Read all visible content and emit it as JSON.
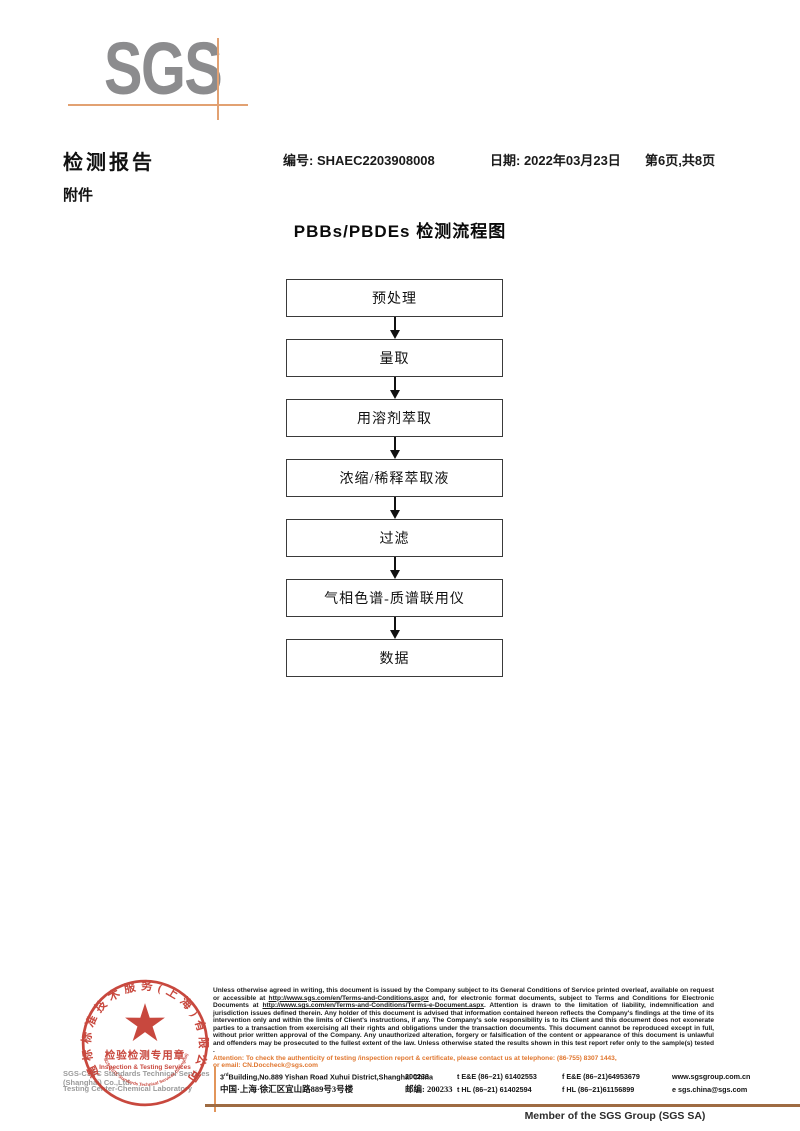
{
  "colors": {
    "logo_gray": "#8c8c8e",
    "sgs_orange": "#e2a172",
    "stamp_red": "#c4392e",
    "attention_orange": "#e0762e",
    "footer_rule_brown": "#9e6b42"
  },
  "logo": {
    "text": "SGS"
  },
  "header": {
    "title": "检测报告",
    "attachment": "附件",
    "number_label": "编号: ",
    "number": "SHAEC2203908008",
    "date_label": "日期: ",
    "date": "2022年03月23日",
    "page": "第6页,共8页"
  },
  "flowchart": {
    "title": "PBBs/PBDEs 检测流程图",
    "steps": [
      "预处理",
      "量取",
      "用溶剂萃取",
      "浓缩/稀释萃取液",
      "过滤",
      "气相色谱-质谱联用仪",
      "数据"
    ]
  },
  "stamp": {
    "ring_text": "通标标准技术服务(上海)有限公司",
    "arc_company_en": "SGS-CSTC Standards Technical Services (Shanghai) Co.,Ltd.",
    "seal_title": "检验检测专用章",
    "seal_subtitle": "Inspection & Testing Services",
    "company_line1": "SGS-CSTC Standards Technical Services (Shanghai) Co.,Ltd.",
    "company_line2": "Testing Center-Chemical Laboratory"
  },
  "disclaimer": {
    "p1": "Unless otherwise agreed in writing, this document is issued by the Company subject to its General Conditions of Service printed overleaf, available on request or accessible at ",
    "url1": "http://www.sgs.com/en/Terms-and-Conditions.aspx",
    "p2": " and, for electronic format documents, subject to Terms and Conditions for Electronic Documents at ",
    "url2": "http://www.sgs.com/en/Terms-and-Conditions/Terms-e-Document.aspx",
    "p3": ". Attention is drawn to the limitation of liability, indemnification and jurisdiction issues defined therein. Any holder of this document is advised that information contained hereon reflects the Company's findings at the time of its intervention only and within the limits of Client's instructions, if any. The Company's sole responsibility is to its Client and this document does not exonerate parties to a transaction from exercising all their rights and obligations under the transaction documents. This document cannot be reproduced except in full, without prior written approval of the Company. Any unauthorized alteration, forgery or falsification of the content or appearance of this document is unlawful and offenders may be prosecuted to the fullest extent of the law. Unless otherwise stated the results shown in this test report refer only to the sample(s) tested .",
    "attention1": "Attention: To check the authenticity of testing /inspection report & certificate, please contact us at telephone: (86-755) 8307 1443,",
    "attention2_prefix": "or email: ",
    "attention_email": "CN.Doccheck@sgs.com"
  },
  "address": {
    "en_num": "3",
    "en_sup": "rd",
    "en_rest": "Building,No.889 Yishan Road Xuhui District,Shanghai China",
    "en_postal": "200233",
    "cn_line": "中国·上海·徐汇区宜山路889号3号楼",
    "cn_postal": "邮编: 200233",
    "tel1": "t E&E (86–21) 61402553",
    "fax1": "f E&E (86–21)64953679",
    "tel2": "t HL (86–21) 61402594",
    "fax2": "f HL (86–21)61156899",
    "web": "www.sgsgroup.com.cn",
    "email": "e  sgs.china@sgs.com"
  },
  "footer": {
    "member": "Member of the SGS Group (SGS SA)"
  }
}
